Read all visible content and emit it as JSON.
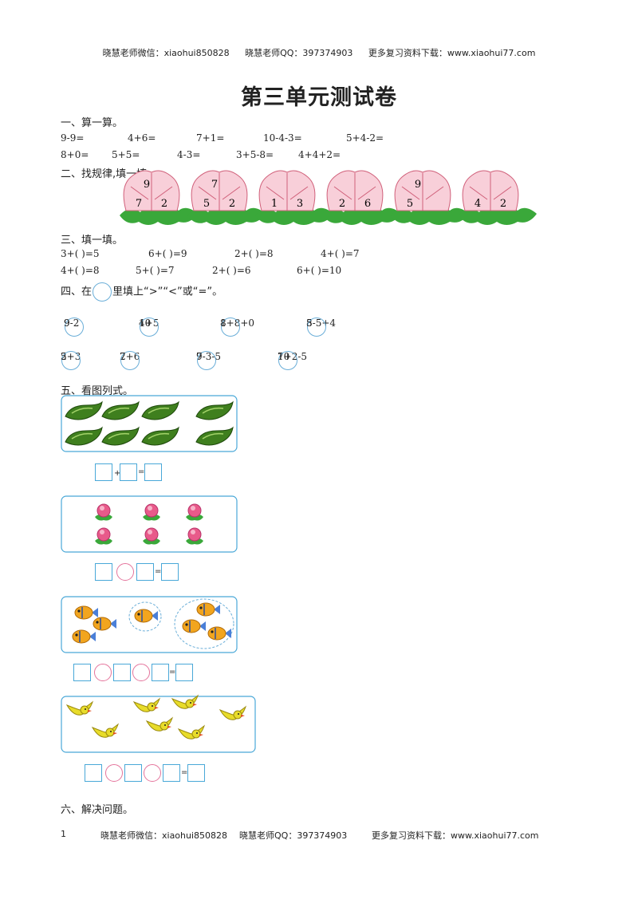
{
  "header": {
    "wechat": "晓慧老师微信：xiaohui850828",
    "qq": "晓慧老师QQ：397374903",
    "site": "更多复习资料下载：www.xiaohui77.com"
  },
  "title": "第三单元测试卷",
  "section1": {
    "heading": "一、算一算。",
    "row1": [
      "9-9=",
      "4+6=",
      "7+1=",
      "10-4-3=",
      "5+4-2="
    ],
    "row2": [
      "8+0=",
      "5+5=",
      "4-3=",
      "3+5-8=",
      "4+4+2="
    ]
  },
  "section2": {
    "heading": "二、找规律,填一填。",
    "peaches": [
      {
        "top": "9",
        "left": "7",
        "right": "2"
      },
      {
        "top": "7",
        "left": "5",
        "right": "2"
      },
      {
        "top": "",
        "left": "1",
        "right": "3"
      },
      {
        "top": "",
        "left": "2",
        "right": "6"
      },
      {
        "top": "9",
        "left": "5",
        "right": ""
      },
      {
        "top": "",
        "left": "4",
        "right": "2"
      }
    ]
  },
  "section3": {
    "heading": "三、填一填。",
    "row1": [
      "3+(      )=5",
      "6+(      )=9",
      "2+(      )=8",
      "4+(      )=7"
    ],
    "row2": [
      "4+(      )=8",
      "5+(      )=7",
      "2+(      )=6",
      "6+(      )=10"
    ]
  },
  "section4": {
    "heading_pre": "四、在",
    "heading_post": "里填上“>”“<”或“=”。",
    "row1": [
      {
        "l": "9-2",
        "r": "9"
      },
      {
        "l": "4+5",
        "r": "10"
      },
      {
        "l": "1+8+0",
        "r": "8"
      },
      {
        "l": "8-5+4",
        "r": "5"
      }
    ],
    "row2": [
      {
        "l": "2+3",
        "r": "5"
      },
      {
        "l": "2+6",
        "r": "7"
      },
      {
        "l": "9-3-5",
        "r": "7"
      },
      {
        "l": "7+2-5",
        "r": "10"
      }
    ]
  },
  "section5": {
    "heading": "五、看图列式。",
    "plus": "+",
    "equals": "="
  },
  "section6": {
    "heading": "六、解决问题。"
  },
  "footer": {
    "page": "1",
    "wechat": "晓慧老师微信：xiaohui850828",
    "qq": "晓慧老师QQ：397374903",
    "site": "更多复习资料下载：www.xiaohui77.com"
  },
  "colors": {
    "peach": "#f8cfd9",
    "peach_line": "#d0607a",
    "leaf": "#3aa83a",
    "blue_outline": "#49a8d8",
    "pink_outline": "#e5749c",
    "cucumber": "#3f7f1e",
    "fish": "#f2a51e",
    "bird": "#e8dc2a"
  }
}
